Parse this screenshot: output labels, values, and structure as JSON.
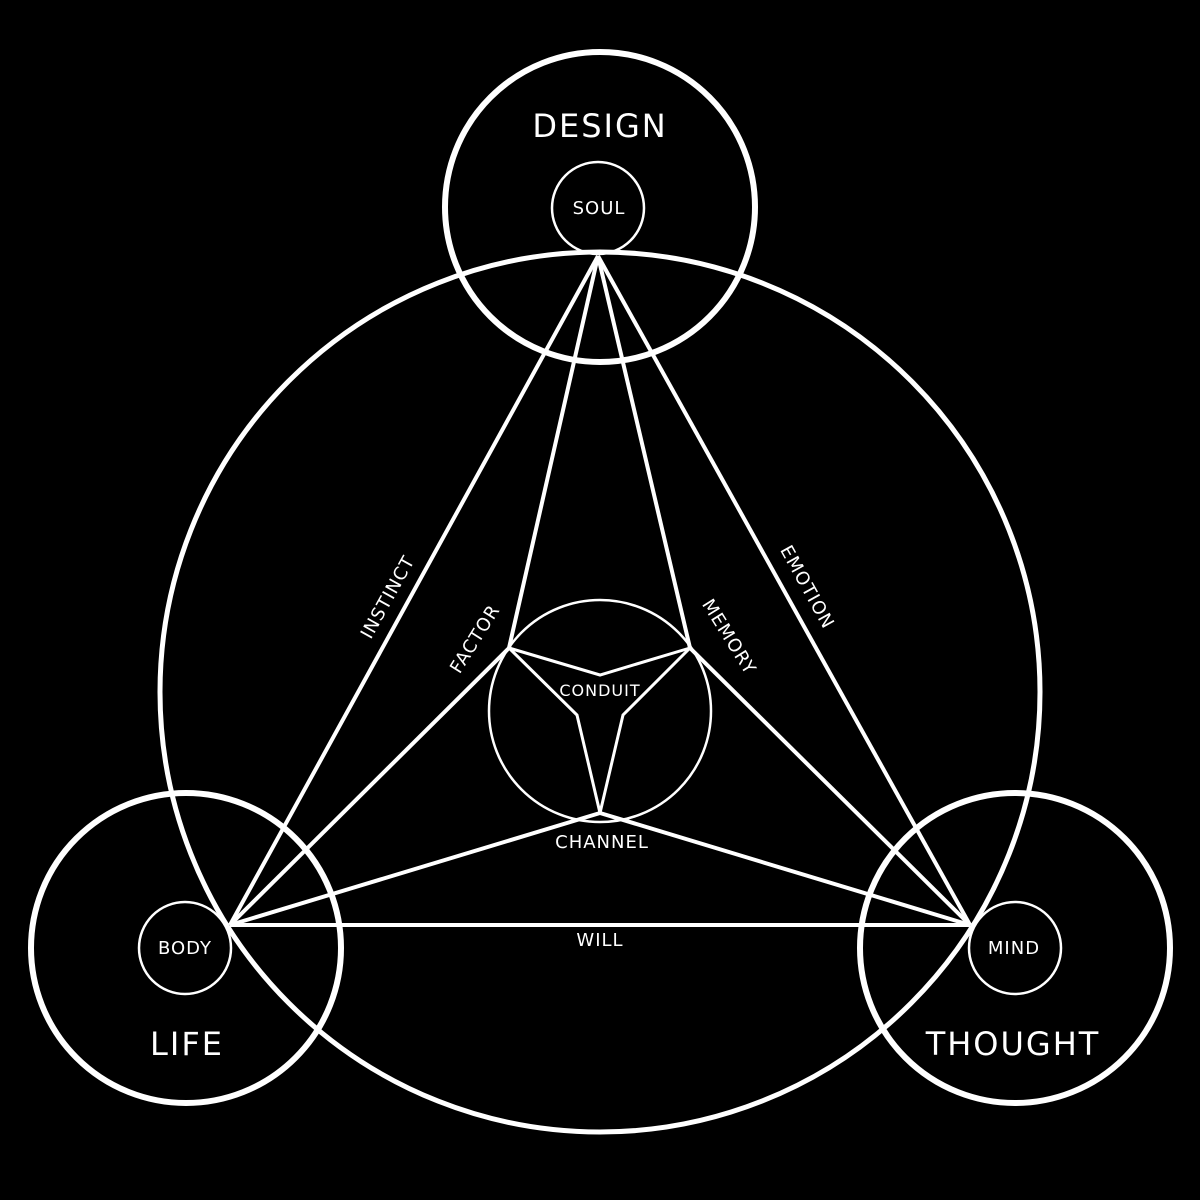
{
  "colors": {
    "background": "#000000",
    "stroke": "#ffffff",
    "text": "#ffffff"
  },
  "realms": {
    "top": {
      "label": "DESIGN",
      "inner": "SOUL"
    },
    "left": {
      "label": "LIFE",
      "inner": "BODY"
    },
    "right": {
      "label": "THOUGHT",
      "inner": "MIND"
    }
  },
  "edges": {
    "left_outer": "INSTINCT",
    "right_outer": "EMOTION",
    "left_inner": "FACTOR",
    "right_inner": "MEMORY",
    "bottom_inner": "CHANNEL",
    "bottom": "WILL"
  },
  "center": {
    "label": "CONDUIT"
  }
}
